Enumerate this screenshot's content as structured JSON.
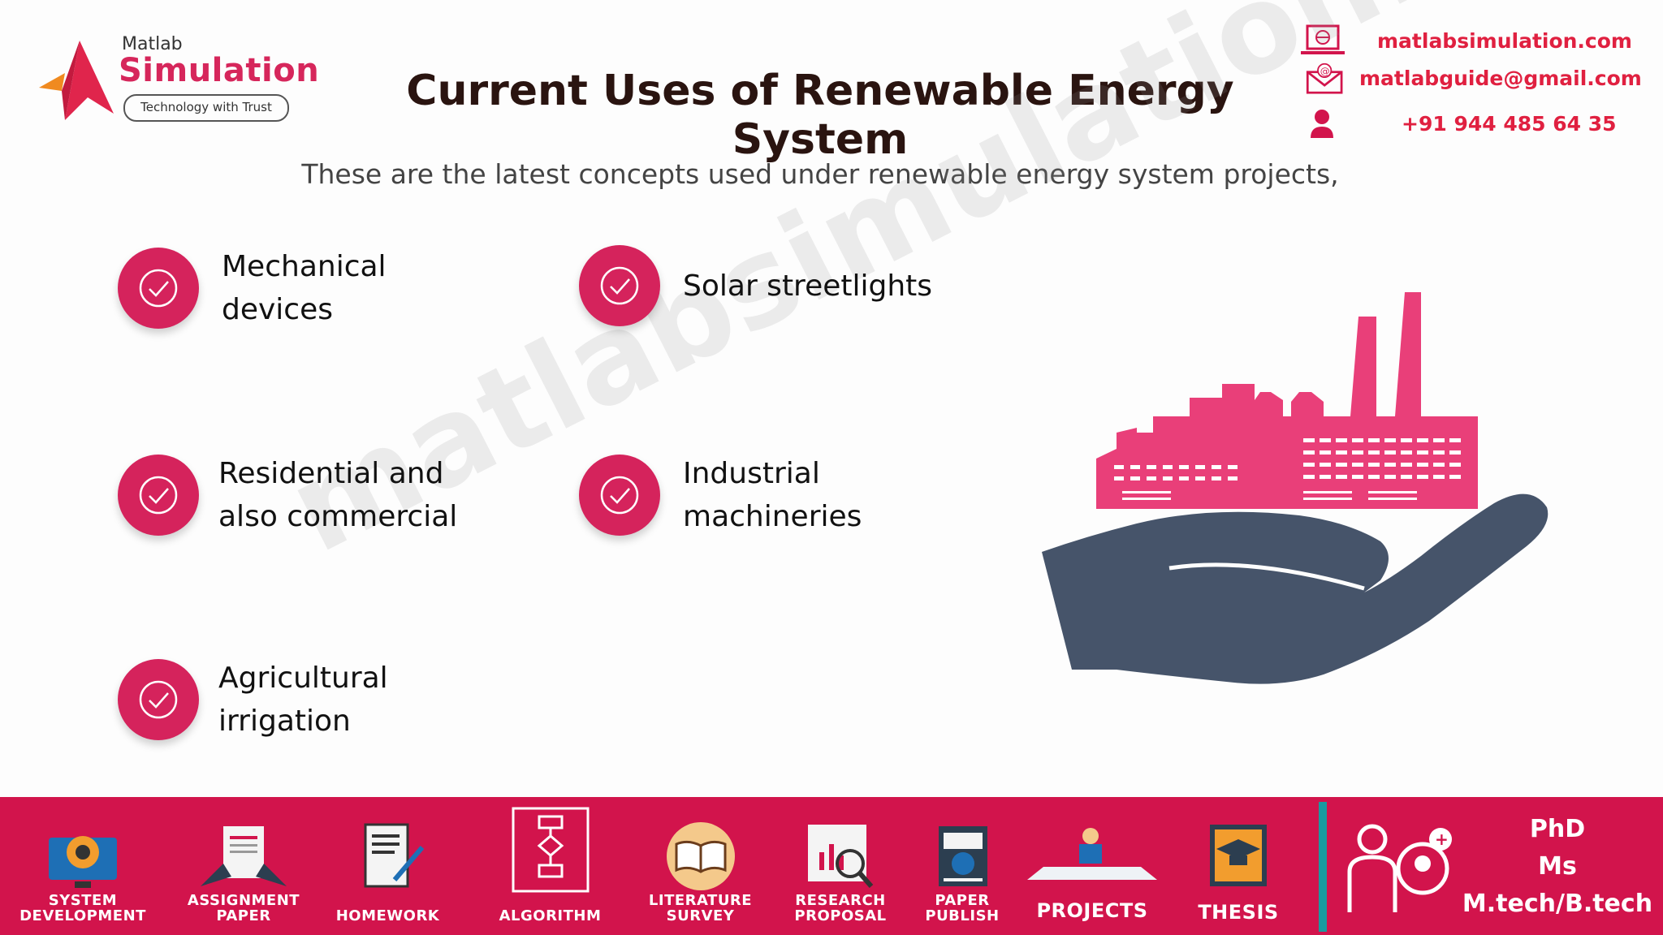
{
  "logo": {
    "top": "Matlab",
    "name": "Simulation",
    "tagline": "Technology with Trust"
  },
  "header": {
    "title": "Current Uses of Renewable Energy System",
    "subtitle": "These are the  latest concepts used under renewable energy system projects,"
  },
  "contact": {
    "website": "matlabsimulation.com",
    "email": "matlabguide@gmail.com",
    "phone": "+91 944 485 64 35"
  },
  "items": [
    {
      "label": "Mechanical devices"
    },
    {
      "label": "Solar streetlights"
    },
    {
      "label": "Residential and also commercial"
    },
    {
      "label": "Industrial machineries"
    },
    {
      "label": "Agricultural irrigation"
    }
  ],
  "watermark": "matlabsimulation.com",
  "banner": {
    "items": [
      {
        "label": "SYSTEM DEVELOPMENT",
        "icon": "monitor-gear-icon"
      },
      {
        "label": "ASSIGNMENT PAPER",
        "icon": "document-hands-icon"
      },
      {
        "label": "HOMEWORK",
        "icon": "homework-icon"
      },
      {
        "label": "ALGORITHM",
        "icon": "flowchart-icon"
      },
      {
        "label": "LITERATURE SURVEY",
        "icon": "book-icon"
      },
      {
        "label": "RESEARCH PROPOSAL",
        "icon": "research-icon"
      },
      {
        "label": "PAPER PUBLISH",
        "icon": "publish-icon"
      },
      {
        "label": "PROJECTS",
        "icon": "projects-icon"
      },
      {
        "label": "THESIS",
        "icon": "thesis-icon"
      }
    ],
    "degrees": [
      "PhD",
      "Ms",
      "M.tech/B.tech"
    ]
  },
  "colors": {
    "accent": "#d5235c",
    "banner": "#d2144c",
    "hand": "#46546a",
    "factory": "#e93f79",
    "title": "#2a1410"
  }
}
